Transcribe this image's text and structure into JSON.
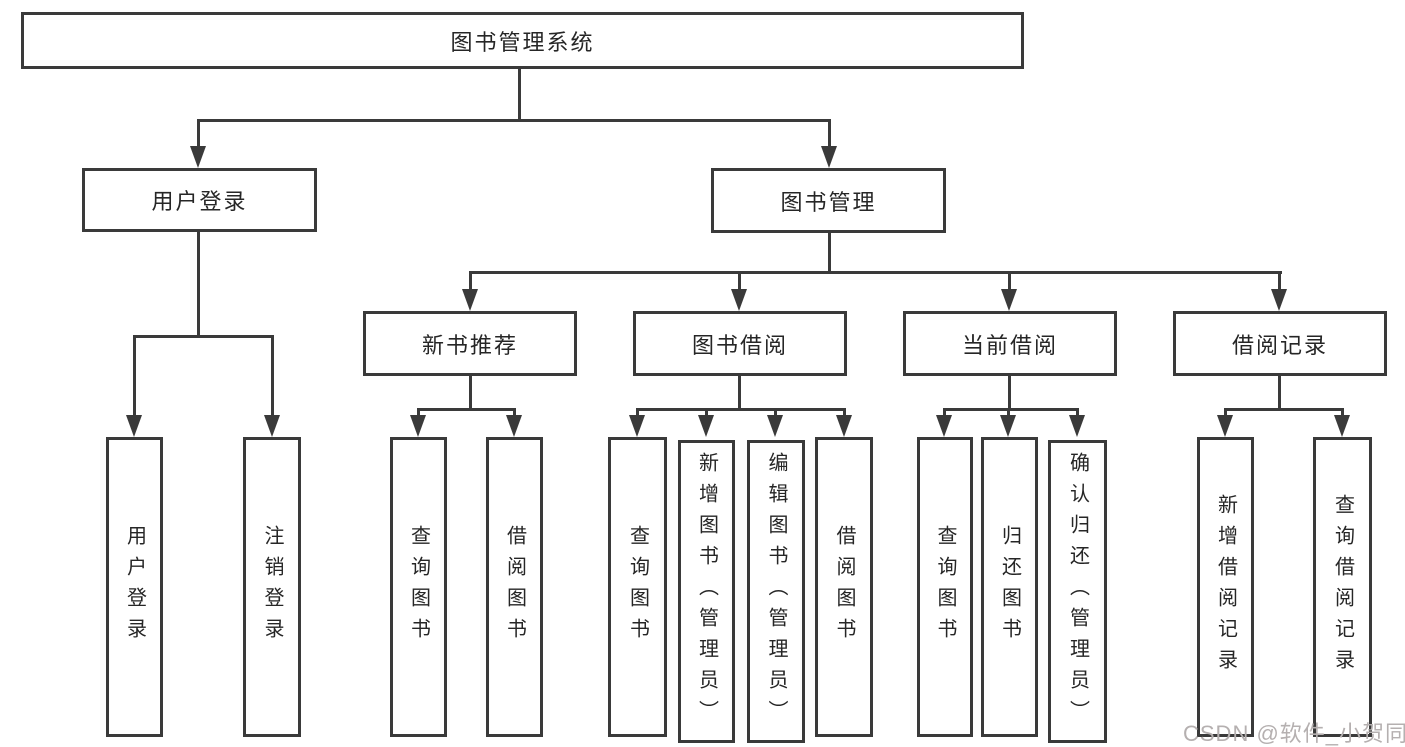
{
  "tree": {
    "root_label": "图书管理系统",
    "branches": [
      {
        "label": "用户登录",
        "children": [
          {
            "label": "用户登录"
          },
          {
            "label": "注销登录"
          }
        ]
      },
      {
        "label": "图书管理",
        "children": [
          {
            "label": "新书推荐",
            "children": [
              {
                "label": "查询图书"
              },
              {
                "label": "借阅图书"
              }
            ]
          },
          {
            "label": "图书借阅",
            "children": [
              {
                "label": "查询图书"
              },
              {
                "label": "新增图书（管理员）"
              },
              {
                "label": "编辑图书（管理员）"
              },
              {
                "label": "借阅图书"
              }
            ]
          },
          {
            "label": "当前借阅",
            "children": [
              {
                "label": "查询图书"
              },
              {
                "label": "归还图书"
              },
              {
                "label": "确认归还（管理员）"
              }
            ]
          },
          {
            "label": "借阅记录",
            "children": [
              {
                "label": "新增借阅记录"
              },
              {
                "label": "查询借阅记录"
              }
            ]
          }
        ]
      }
    ]
  },
  "watermark": "CSDN @软件_小贺同学",
  "colors": {
    "line": "#3a3a3a",
    "text": "#262626",
    "background": "#ffffff",
    "watermark": "#b5b0b0"
  }
}
